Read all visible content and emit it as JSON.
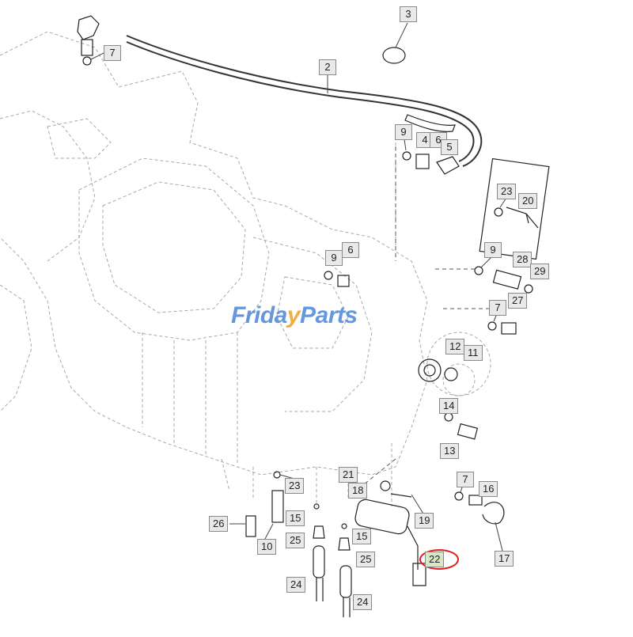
{
  "watermark": {
    "brand_part1": "Frida",
    "brand_accent": "y",
    "brand_part2": "Parts"
  },
  "callouts": [
    "3",
    "7",
    "2",
    "9",
    "4",
    "6",
    "5",
    "23",
    "20",
    "9",
    "6",
    "9",
    "28",
    "29",
    "7",
    "27",
    "12",
    "11",
    "14",
    "13",
    "7",
    "16",
    "17",
    "21",
    "18",
    "19",
    "23",
    "15",
    "26",
    "10",
    "25",
    "15",
    "25",
    "24",
    "24",
    "22"
  ],
  "highlighted_part": "22",
  "colors": {
    "highlight_ring": "#e01e1e",
    "highlight_fill": "#d6e8c8",
    "watermark_blue": "#4a86d8",
    "watermark_orange": "#f0a020"
  }
}
